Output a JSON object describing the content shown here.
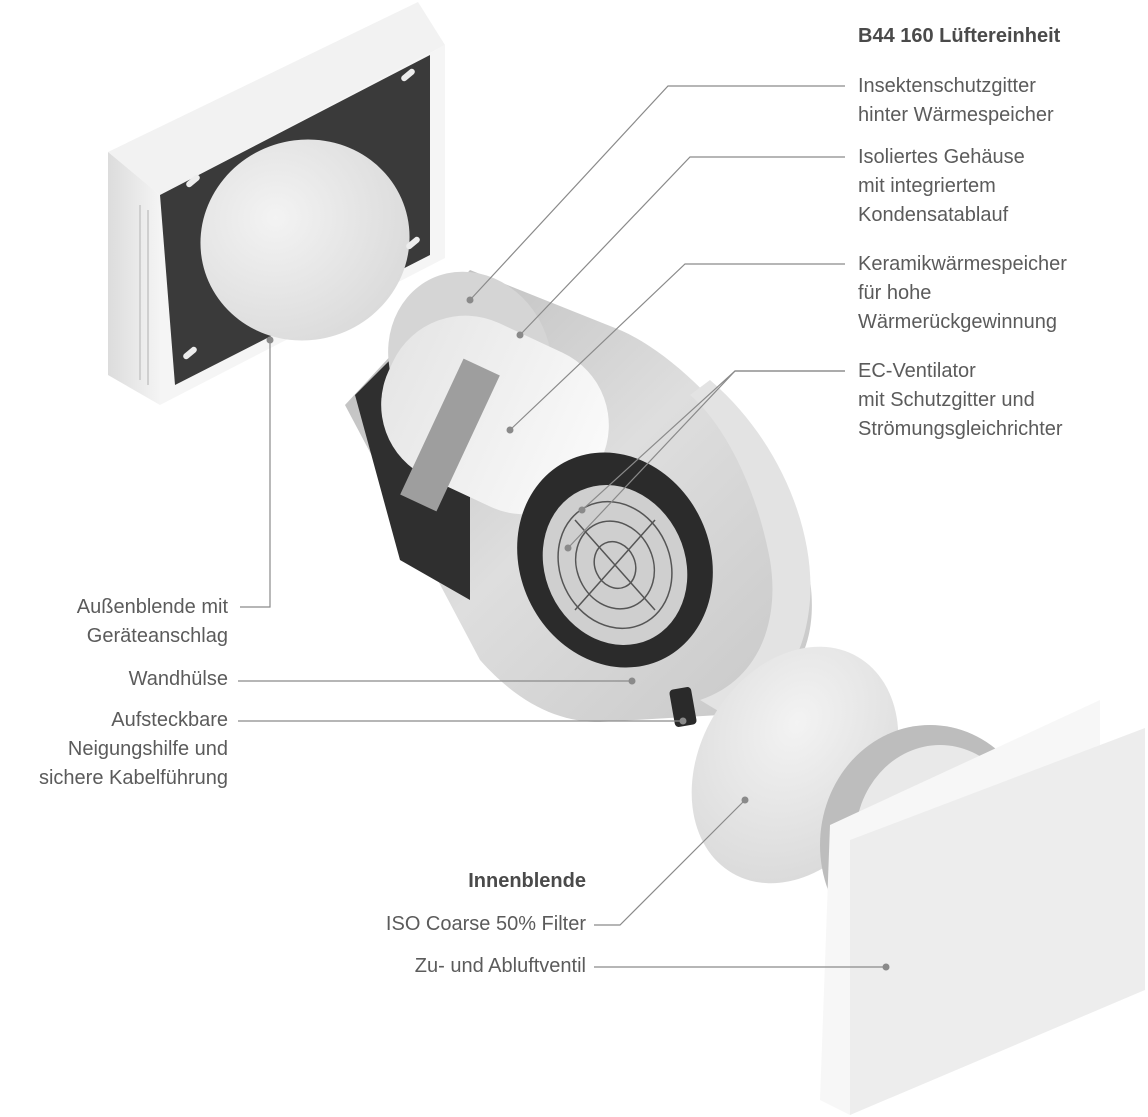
{
  "title": "B44 160 Lüftereinheit",
  "labels_right": [
    {
      "id": "insect",
      "lines": [
        "Insektenschutzgitter",
        "hinter Wärmespeicher"
      ]
    },
    {
      "id": "housing",
      "lines": [
        "Isoliertes Gehäuse",
        "mit integriertem",
        "Kondensatablauf"
      ]
    },
    {
      "id": "ceramic",
      "lines": [
        "Keramikwärmespeicher",
        "für hohe",
        "Wärmerückgewinnung"
      ]
    },
    {
      "id": "fan",
      "lines": [
        "EC-Ventilator",
        "mit Schutzgitter und",
        "Strömungsgleichrichter"
      ]
    }
  ],
  "labels_left": [
    {
      "id": "outer",
      "lines": [
        "Außenblende mit",
        "Geräteanschlag"
      ]
    },
    {
      "id": "sleeve",
      "lines": [
        "Wandhülse"
      ]
    },
    {
      "id": "tilt",
      "lines": [
        "Aufsteckbare",
        "Neigungshilfe und",
        "sichere Kabelführung"
      ]
    }
  ],
  "inner_title": "Innenblende",
  "labels_bottom": [
    {
      "id": "filter",
      "lines": [
        "ISO Coarse 50% Filter"
      ]
    },
    {
      "id": "valve",
      "lines": [
        "Zu- und Abluftventil"
      ]
    }
  ],
  "colors": {
    "line": "#8a8a8a",
    "text": "#5b5b5b",
    "panel": "#e9e9e9",
    "foam": "#3a3a3a",
    "metal": "#cfcfcf"
  }
}
